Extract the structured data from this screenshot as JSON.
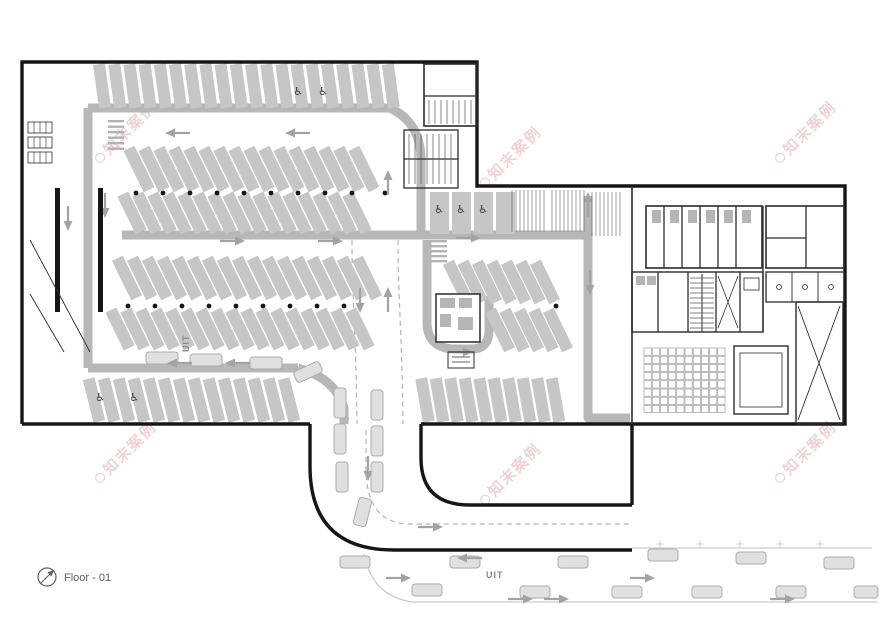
{
  "legend": {
    "floor_label": "Floor - 01"
  },
  "labels": {
    "uit": "UIT"
  },
  "icons": {
    "handicap": "♿",
    "compass": "north-arrow"
  },
  "watermark": {
    "text": "知末案例",
    "color": "#d98c8c",
    "opacity": 0.38
  },
  "colors": {
    "background": "#ffffff",
    "outline": "#161616",
    "thin_wall": "#2b2b2b",
    "stall": "#c6c6c6",
    "aisle": "#b7b7b7",
    "arrow": "#a3a3a3",
    "car_fill": "#e0e0e0",
    "car_stroke": "#ababab",
    "dot": "#161616",
    "dash": "#b3b3b3",
    "outdoor_line": "#cccccc",
    "grid": "#8f8f8f",
    "hatch": "#555555",
    "furniture": "#b5b5b5",
    "label_gray": "#8a8a8a",
    "text": "#5f5f5f",
    "handicap_ink": "#3a3a3a"
  }
}
